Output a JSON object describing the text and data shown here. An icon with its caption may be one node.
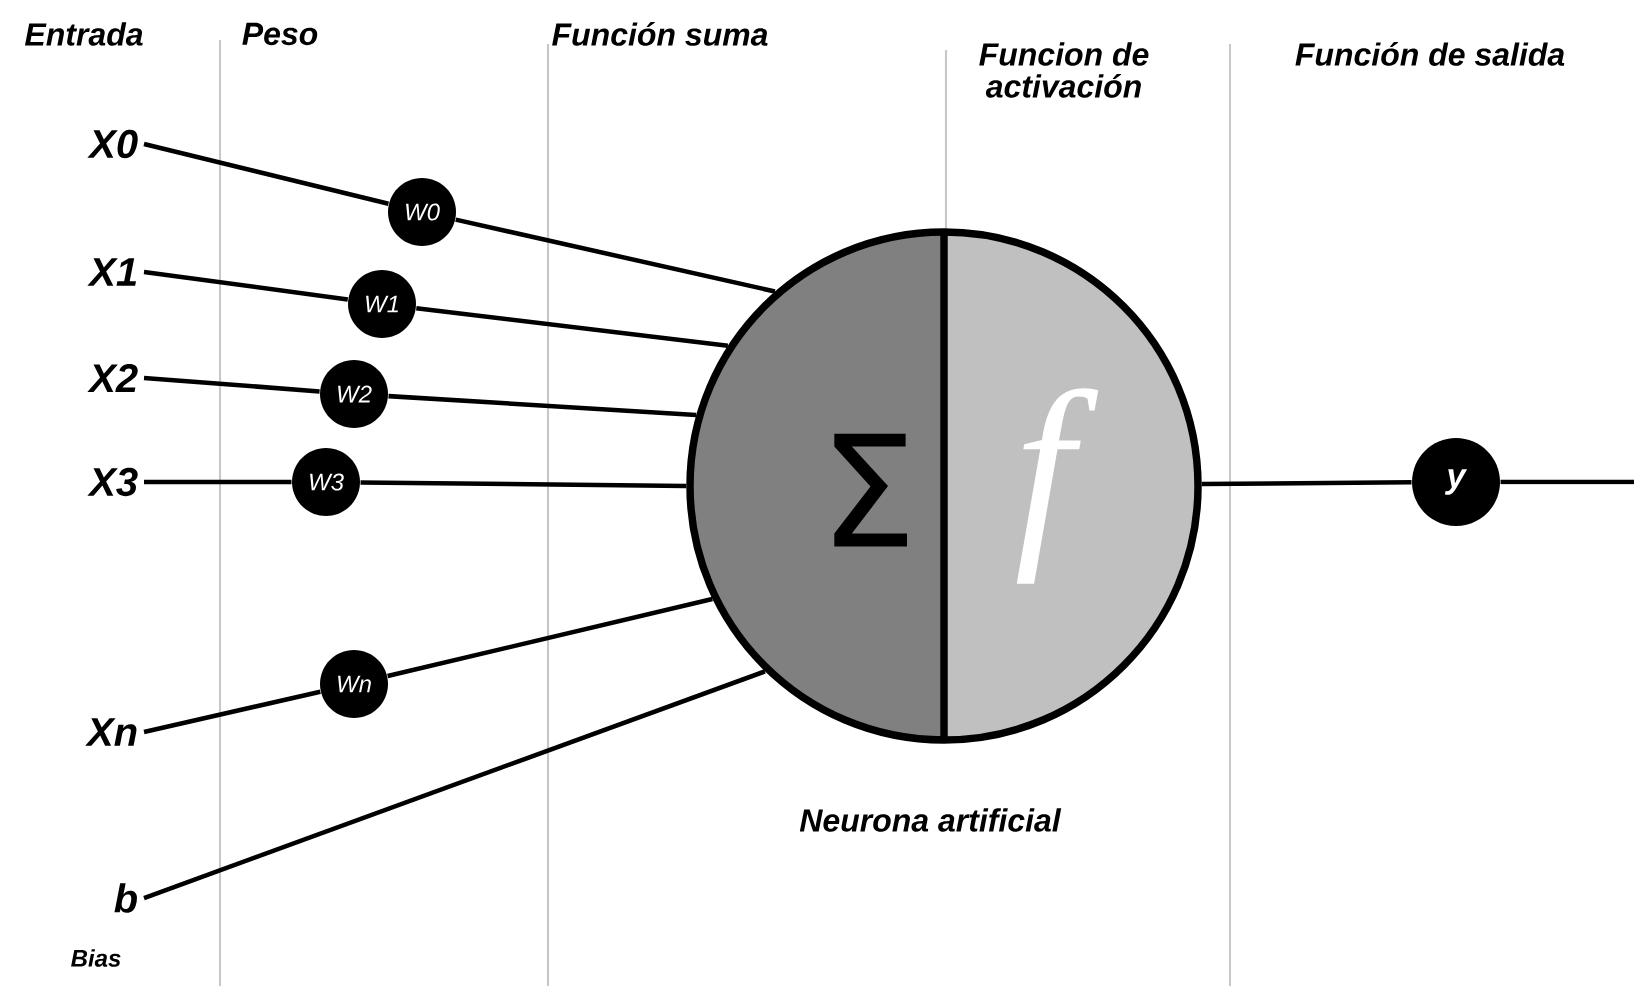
{
  "diagram": {
    "nodes": [
      {
        "text": [
          "X0"
        ]
      },
      {
        "text": [
          "X1"
        ]
      },
      {
        "text": [
          "X2"
        ]
      },
      {
        "text": [
          "X3"
        ]
      },
      {
        "text": [
          "Xn"
        ]
      },
      {
        "text": [
          "b"
        ],
        "beside": [
          "Bias"
        ]
      },
      {
        "text": [
          "W0"
        ]
      },
      {
        "text": [
          "W1"
        ]
      },
      {
        "text": [
          "W2"
        ]
      },
      {
        "text": [
          "W3"
        ]
      },
      {
        "text": [
          "Wn"
        ]
      },
      {
        "text": [
          "Σ",
          "f"
        ],
        "beside": [
          "Neurona artificial"
        ]
      },
      {
        "text": [
          "y"
        ]
      }
    ],
    "edges": [
      {
        "from": 0,
        "to": 6,
        "arrow": "none"
      },
      {
        "from": 1,
        "to": 7,
        "arrow": "none"
      },
      {
        "from": 2,
        "to": 8,
        "arrow": "none"
      },
      {
        "from": 3,
        "to": 9,
        "arrow": "none"
      },
      {
        "from": 4,
        "to": 10,
        "arrow": "none"
      },
      {
        "from": 6,
        "to": 11,
        "arrow": "none"
      },
      {
        "from": 7,
        "to": 11,
        "arrow": "none"
      },
      {
        "from": 8,
        "to": 11,
        "arrow": "none"
      },
      {
        "from": 9,
        "to": 11,
        "arrow": "none"
      },
      {
        "from": 10,
        "to": 11,
        "arrow": "none"
      },
      {
        "from": 5,
        "to": 11,
        "arrow": "none"
      },
      {
        "from": 11,
        "to": 12,
        "arrow": "none"
      },
      {
        "from": 12,
        "to": null,
        "arrow": "none"
      }
    ],
    "labels": [
      "Entrada",
      "Peso",
      "Función suma",
      "Funcion de activación",
      "Función de salida"
    ]
  }
}
